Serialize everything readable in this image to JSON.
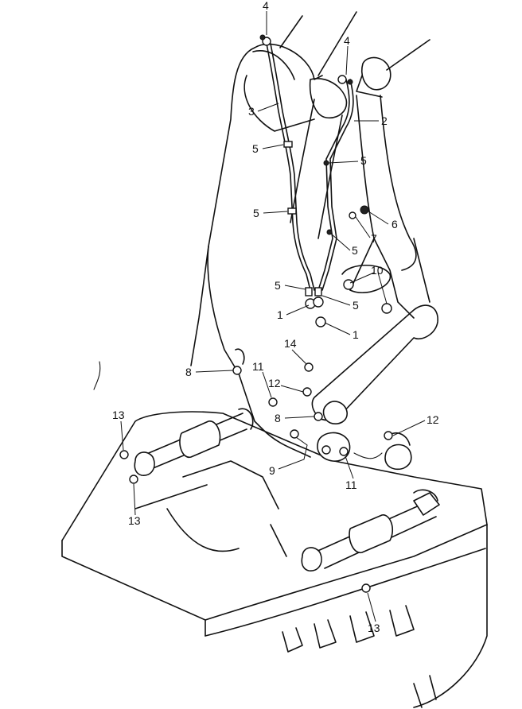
{
  "callouts": [
    {
      "label": "4"
    },
    {
      "label": "4"
    },
    {
      "label": "3"
    },
    {
      "label": "2"
    },
    {
      "label": "5"
    },
    {
      "label": "5"
    },
    {
      "label": "5"
    },
    {
      "label": "6"
    },
    {
      "label": "7"
    },
    {
      "label": "5"
    },
    {
      "label": "10"
    },
    {
      "label": "5"
    },
    {
      "label": "5"
    },
    {
      "label": "1"
    },
    {
      "label": "1"
    },
    {
      "label": "14"
    },
    {
      "label": "8"
    },
    {
      "label": "11"
    },
    {
      "label": "12"
    },
    {
      "label": "13"
    },
    {
      "label": "8"
    },
    {
      "label": "12"
    },
    {
      "label": "9"
    },
    {
      "label": "11"
    },
    {
      "label": "13"
    },
    {
      "label": "13"
    }
  ]
}
